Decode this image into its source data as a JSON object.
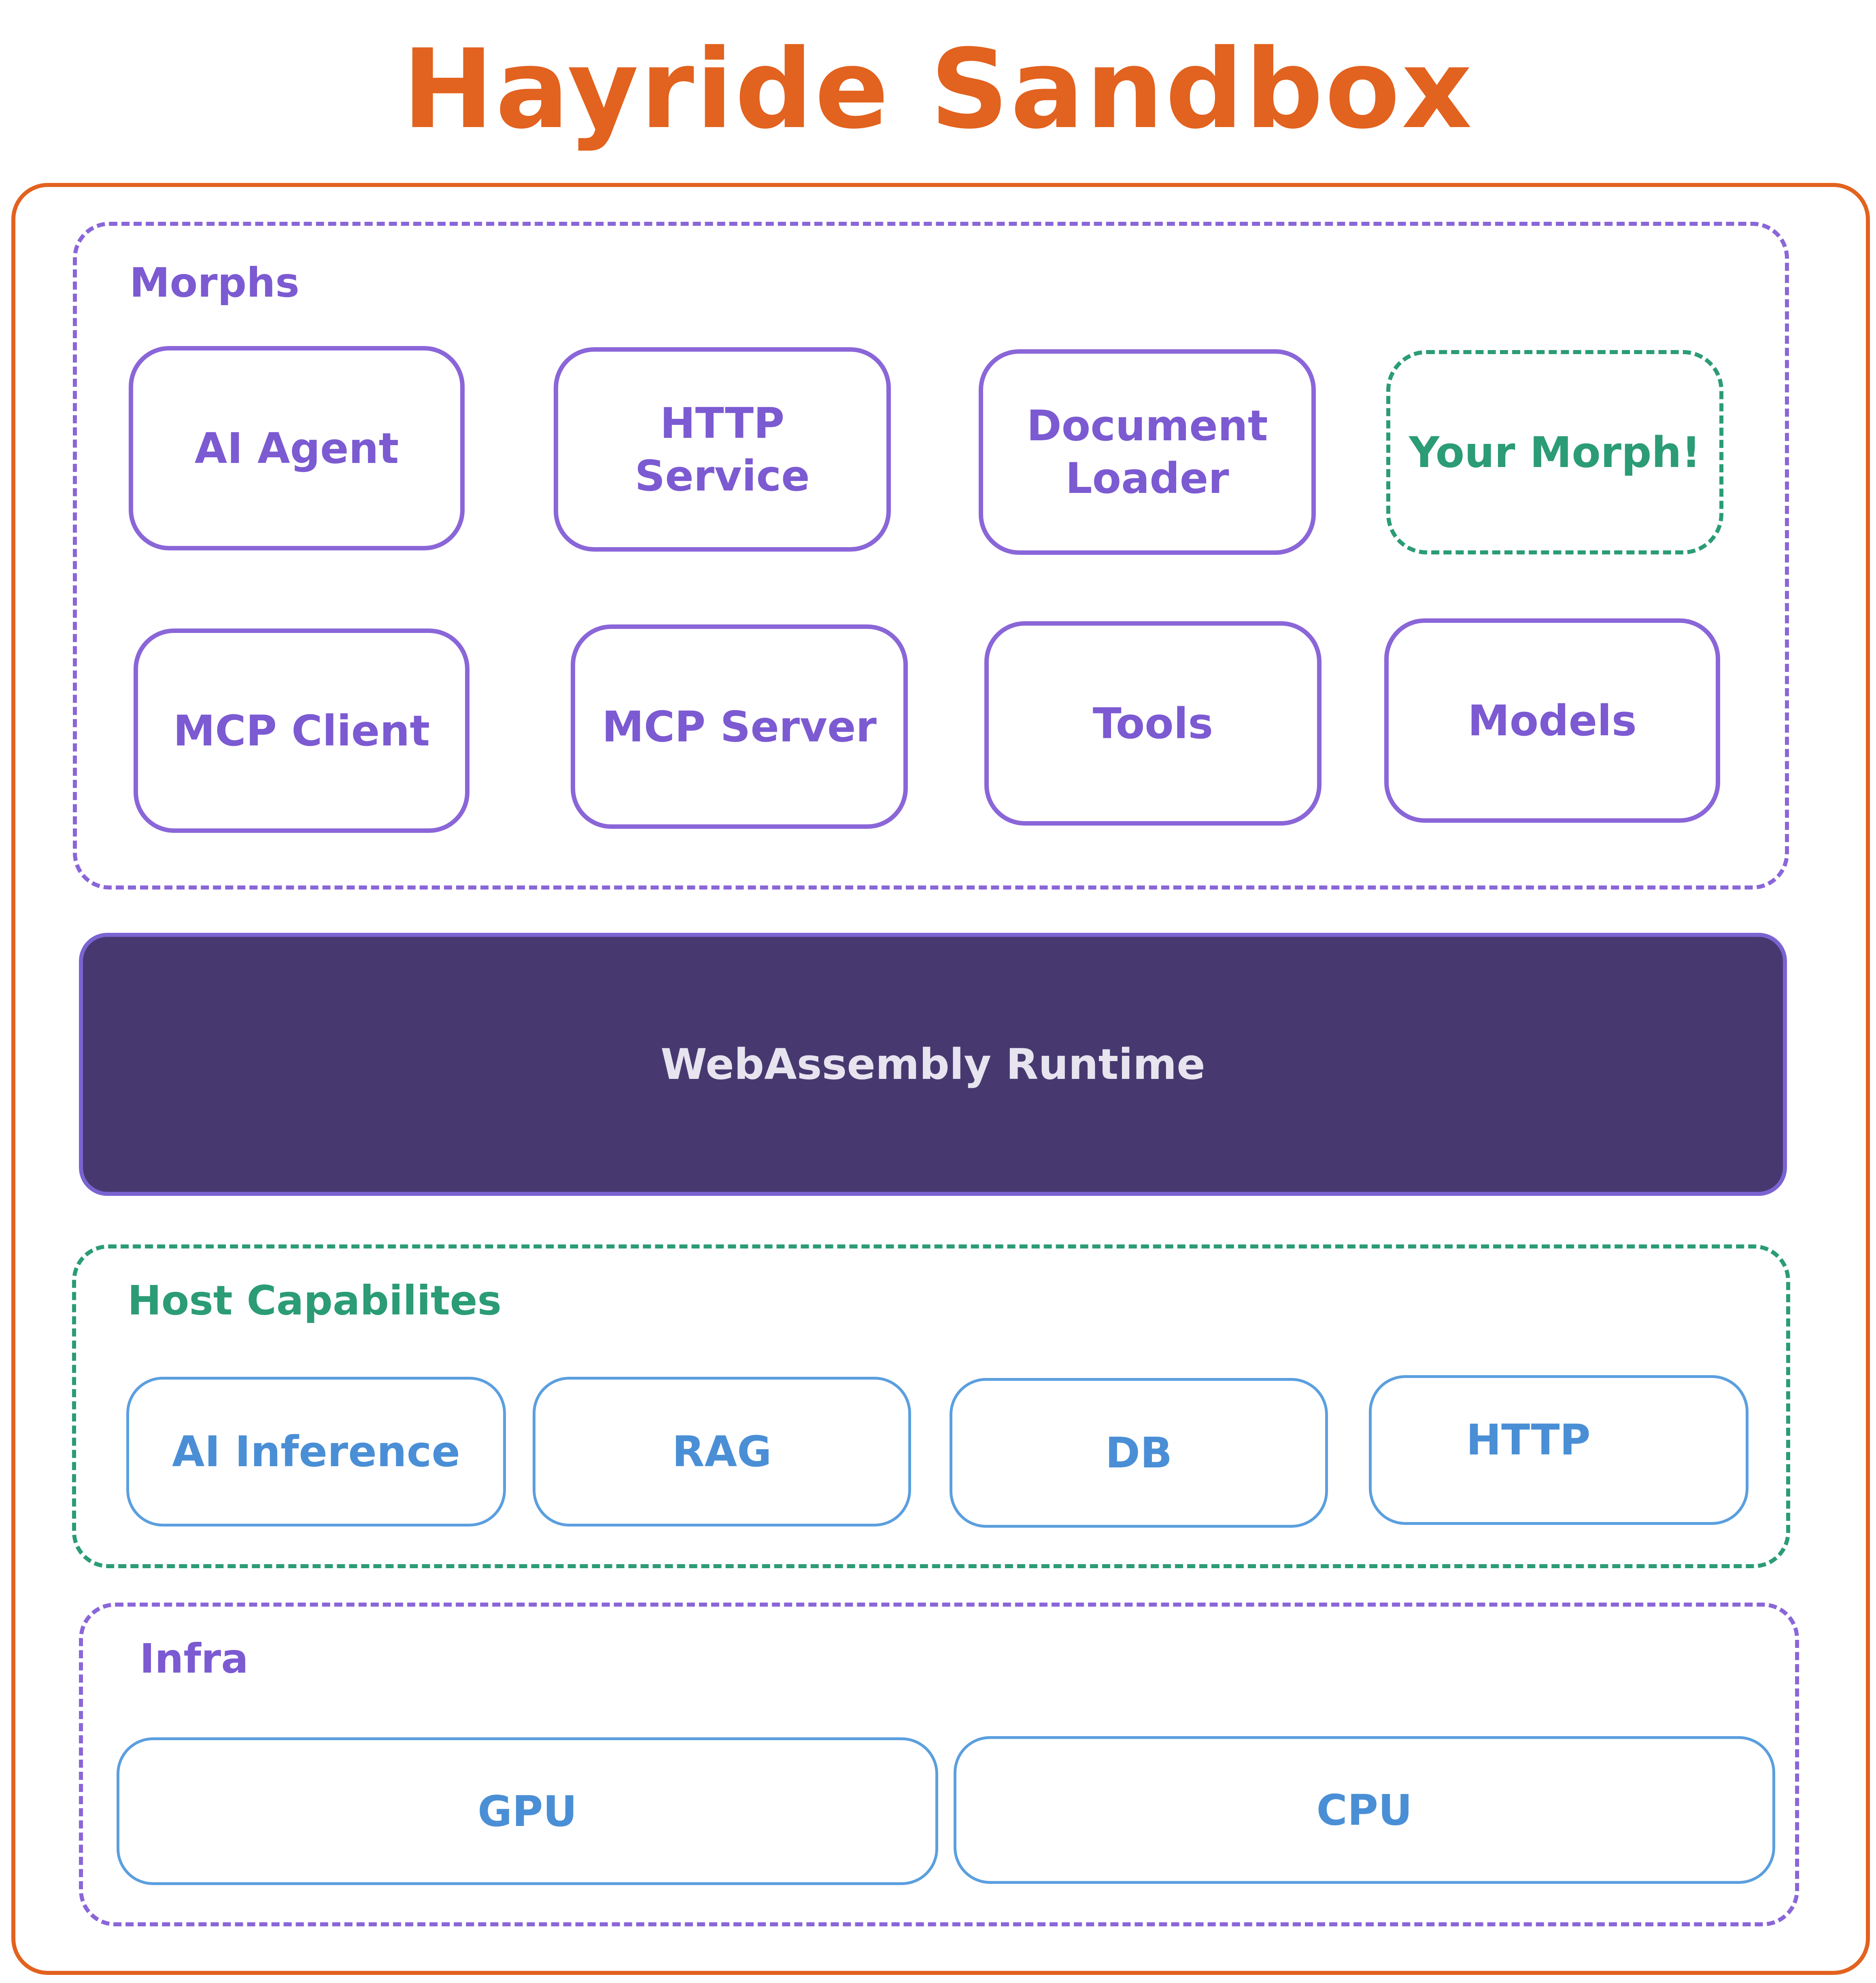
{
  "title": "Hayride Sandbox",
  "morphs": {
    "label": "Morphs",
    "items": [
      {
        "label": "AI Agent"
      },
      {
        "label": "HTTP Service"
      },
      {
        "label": "Document\nLoader"
      },
      {
        "label": "Your Morph!"
      },
      {
        "label": "MCP Client"
      },
      {
        "label": "MCP Server"
      },
      {
        "label": "Tools"
      },
      {
        "label": "Models"
      }
    ]
  },
  "runtime": {
    "label": "WebAssembly Runtime"
  },
  "host": {
    "label": "Host Capabilites",
    "items": [
      {
        "label": "AI Inference"
      },
      {
        "label": "RAG"
      },
      {
        "label": "DB"
      },
      {
        "label": "HTTP"
      }
    ]
  },
  "infra": {
    "label": "Infra",
    "items": [
      {
        "label": "GPU"
      },
      {
        "label": "CPU"
      }
    ]
  },
  "colors": {
    "title": "#e2621f",
    "frame": "#e2621f",
    "morph": "#8a66d8",
    "green": "#2b9c75",
    "runtime_fill": "#473970",
    "capability": "#5b9fdf"
  }
}
